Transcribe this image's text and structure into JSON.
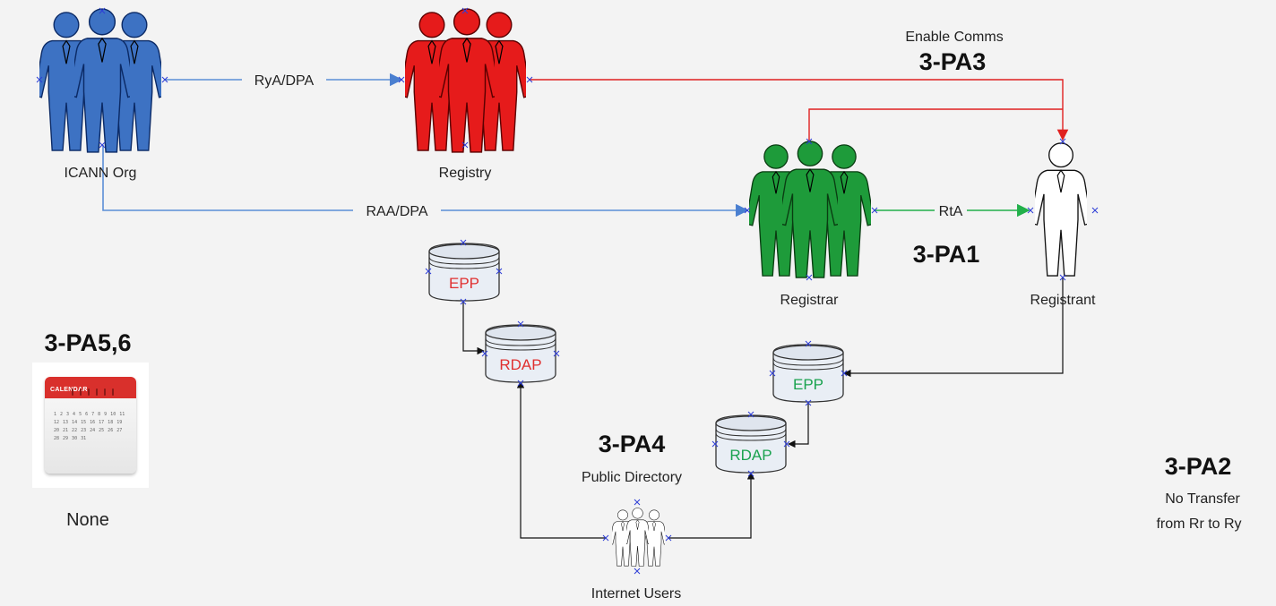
{
  "parties": {
    "icann_org": "ICANN Org",
    "registry": "Registry",
    "registrar": "Registrar",
    "registrant": "Registrant",
    "internet_users": "Internet Users"
  },
  "agreements": {
    "rya_dpa": "RyA/DPA",
    "raa_dpa": "RAA/DPA",
    "rta": "RtA"
  },
  "systems": {
    "registry_epp": "EPP",
    "registry_rdap": "RDAP",
    "registrar_epp": "EPP",
    "registrar_rdap": "RDAP"
  },
  "purposes": {
    "pa3_caption": "Enable Comms",
    "pa3": "3-PA3",
    "pa1": "3-PA1",
    "pa4": "3-PA4",
    "pa4_caption": "Public Directory",
    "pa56": "3-PA5,6",
    "pa56_caption": "None",
    "pa2": "3-PA2",
    "pa2_caption_line1": "No Transfer",
    "pa2_caption_line2": "from Rr to Ry"
  },
  "calendar": {
    "header": "CALENDAR",
    "days": "1 2 3 4 5 6 7 8 9 10 11 12 13 14 15 16 17 18 19 20 21 22 23 24 25 26 27 28 29 30 31"
  },
  "colors": {
    "icann": "#3d72c3",
    "registry": "#e61b1b",
    "registrar": "#1e9b3a",
    "registrant": "#ffffff",
    "blue_line": "#5b8ed6",
    "red_line": "#e02020",
    "green_line": "#22b04a",
    "epp_registry_text": "#e03030",
    "rdap_registry_text": "#e03030",
    "epp_registrar_text": "#1aa24f",
    "rdap_registrar_text": "#1aa24f"
  },
  "icons": {
    "person_group": "people-group-icon",
    "single_person": "person-icon",
    "database": "database-icon",
    "calendar": "calendar-icon"
  }
}
